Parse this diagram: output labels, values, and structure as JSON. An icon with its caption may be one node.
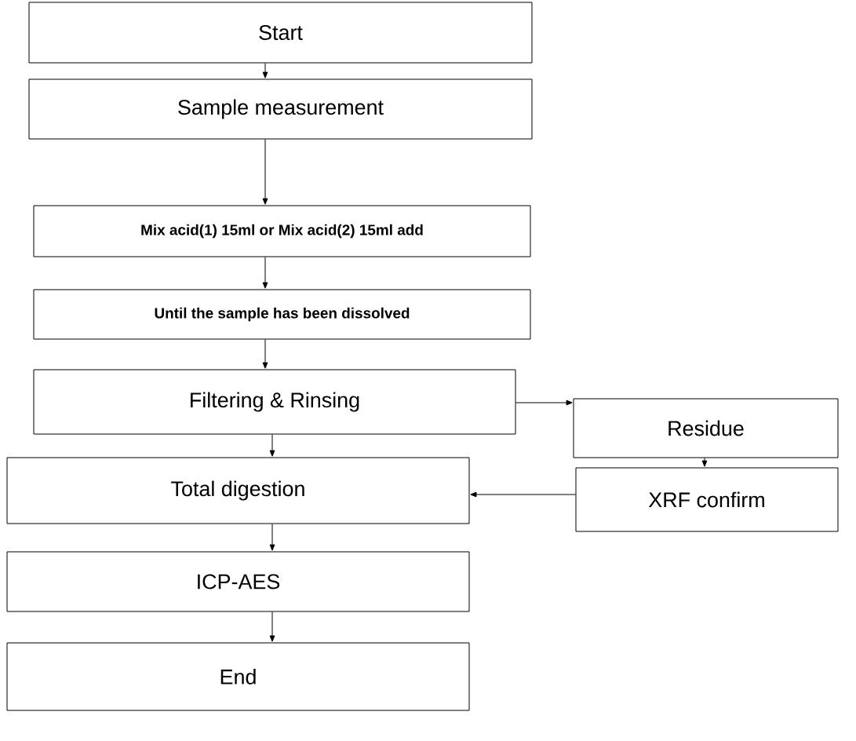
{
  "diagram": {
    "nodes": [
      {
        "text": [
          "Start"
        ]
      },
      {
        "text": [
          "Sample measurement"
        ]
      },
      {
        "text": [
          "Mix acid(1) 15ml or Mix acid(2) 15ml add"
        ]
      },
      {
        "text": [
          "Until the sample has been dissolved"
        ]
      },
      {
        "text": [
          "Filtering & Rinsing"
        ]
      },
      {
        "text": [
          "Residue"
        ]
      },
      {
        "text": [
          "Total digestion"
        ]
      },
      {
        "text": [
          "XRF confirm"
        ]
      },
      {
        "text": [
          "ICP-AES"
        ]
      },
      {
        "text": [
          "End"
        ]
      }
    ],
    "edges": [
      {
        "from": 0,
        "to": 1,
        "arrow": "to"
      },
      {
        "from": 1,
        "to": 2,
        "arrow": "to"
      },
      {
        "from": 2,
        "to": 3,
        "arrow": "to"
      },
      {
        "from": 3,
        "to": 4,
        "arrow": "to"
      },
      {
        "from": 4,
        "to": 5,
        "arrow": "to"
      },
      {
        "from": 4,
        "to": 6,
        "arrow": "to"
      },
      {
        "from": 5,
        "to": 7,
        "arrow": "to"
      },
      {
        "from": 7,
        "to": 6,
        "arrow": "to"
      },
      {
        "from": 6,
        "to": 8,
        "arrow": "to"
      },
      {
        "from": 8,
        "to": 9,
        "arrow": "to"
      }
    ]
  }
}
